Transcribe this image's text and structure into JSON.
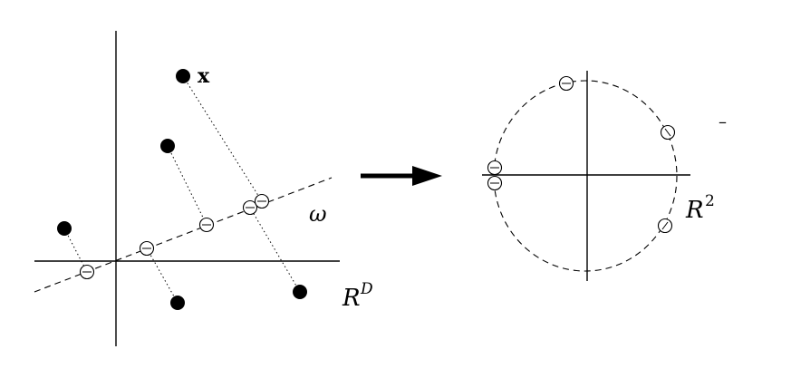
{
  "labels": {
    "x_point": "x",
    "omega": "ω",
    "space_left_base": "R",
    "space_left_sup": "D",
    "space_right_base": "R",
    "space_right_sup": "2",
    "stray_dash": "–"
  },
  "colors": {
    "ink": "#000000",
    "background": "#ffffff"
  }
}
